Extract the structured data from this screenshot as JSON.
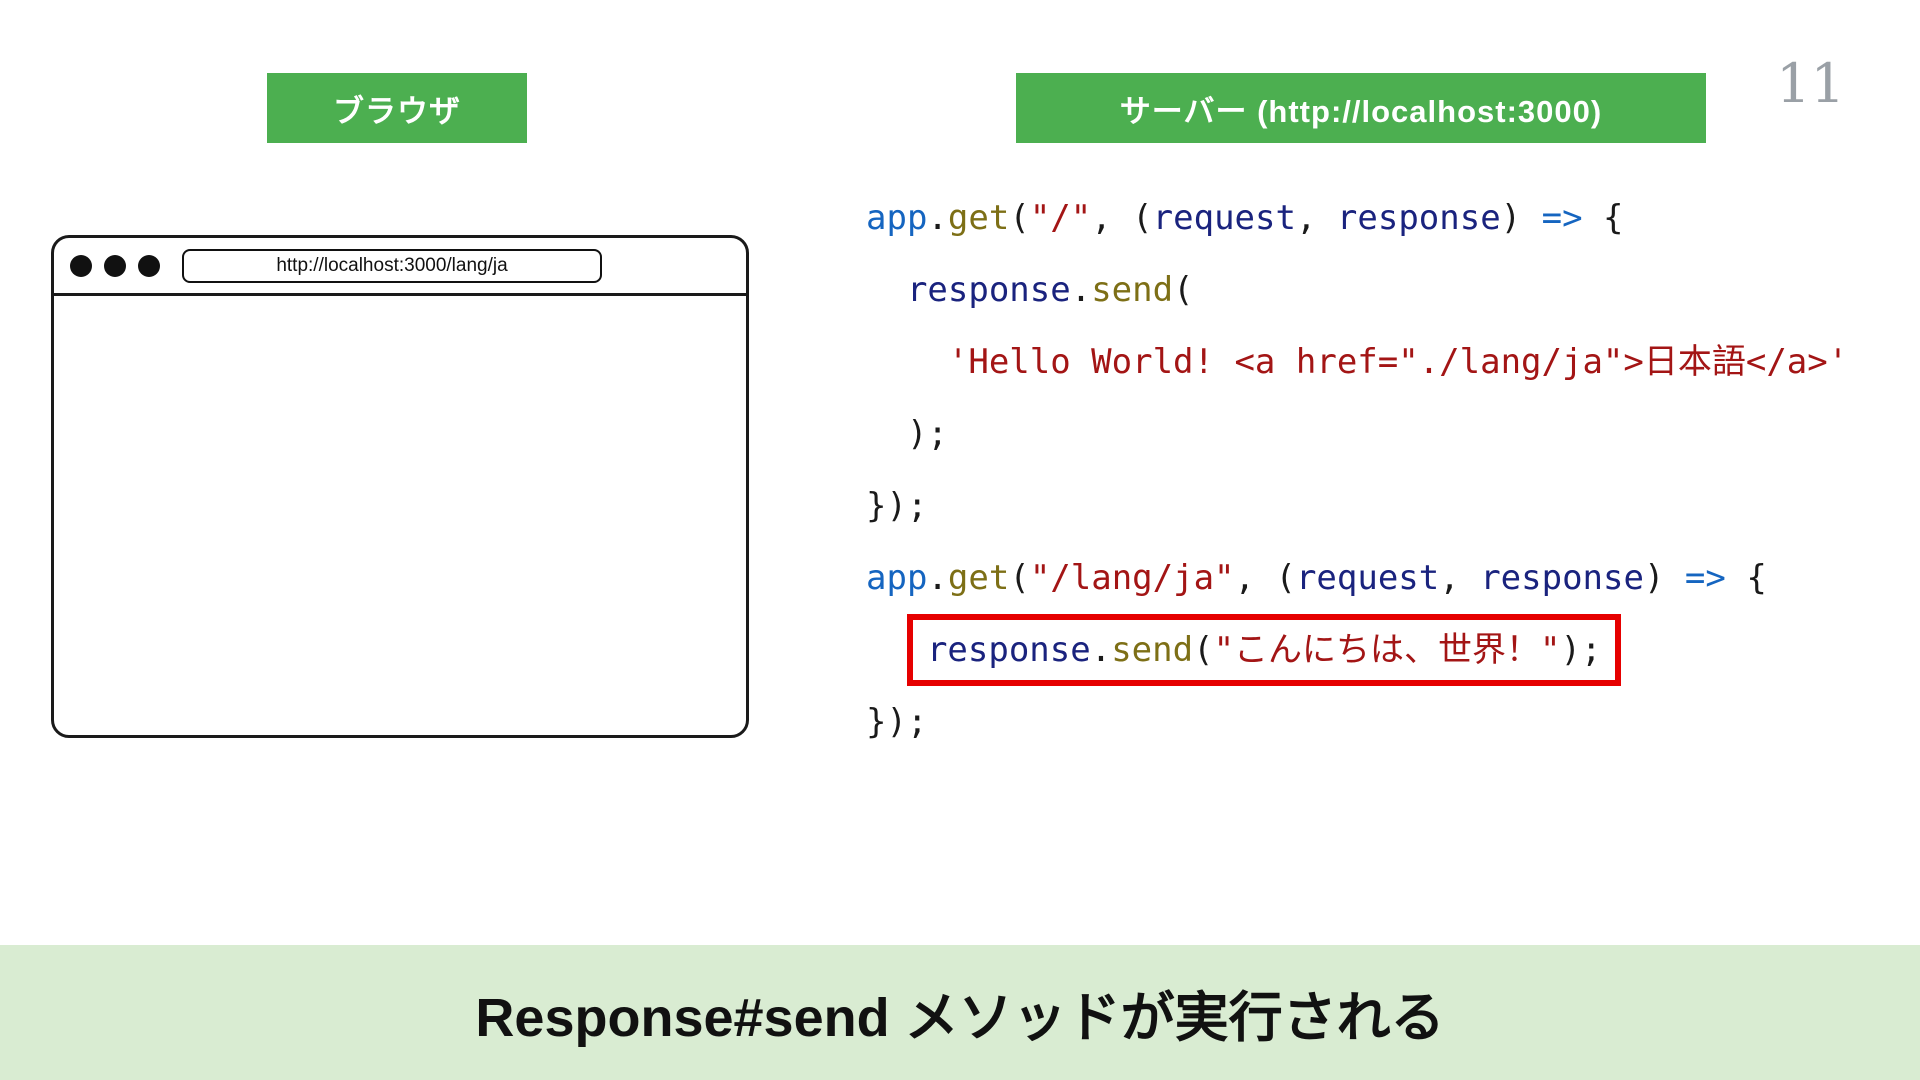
{
  "page": {
    "number": "11"
  },
  "badges": {
    "browser": "ブラウザ",
    "server": "サーバー (http://localhost:3000)"
  },
  "browser_window": {
    "url": "http://localhost:3000/lang/ja"
  },
  "code": {
    "lines": [
      {
        "indent": "",
        "highlighted": false,
        "tokens": [
          [
            "app",
            "blue"
          ],
          [
            ".",
            "plain"
          ],
          [
            "get",
            "olive"
          ],
          [
            "(",
            "plain"
          ],
          [
            "\"/\"",
            "red"
          ],
          [
            ", (",
            "plain"
          ],
          [
            "request",
            "navy"
          ],
          [
            ", ",
            "plain"
          ],
          [
            "response",
            "navy"
          ],
          [
            ") ",
            "plain"
          ],
          [
            "=>",
            "blue"
          ],
          [
            " {",
            "plain"
          ]
        ]
      },
      {
        "indent": "  ",
        "highlighted": false,
        "tokens": [
          [
            "response",
            "navy"
          ],
          [
            ".",
            "plain"
          ],
          [
            "send",
            "olive"
          ],
          [
            "(",
            "plain"
          ]
        ]
      },
      {
        "indent": "    ",
        "highlighted": false,
        "tokens": [
          [
            "'Hello World! <a href=\"./lang/ja\">日本語</a>'",
            "red"
          ]
        ]
      },
      {
        "indent": "  ",
        "highlighted": false,
        "tokens": [
          [
            ");",
            "plain"
          ]
        ]
      },
      {
        "indent": "",
        "highlighted": false,
        "tokens": [
          [
            "});",
            "plain"
          ]
        ]
      },
      {
        "indent": "",
        "highlighted": false,
        "tokens": [
          [
            "app",
            "blue"
          ],
          [
            ".",
            "plain"
          ],
          [
            "get",
            "olive"
          ],
          [
            "(",
            "plain"
          ],
          [
            "\"/lang/ja\"",
            "red"
          ],
          [
            ", (",
            "plain"
          ],
          [
            "request",
            "navy"
          ],
          [
            ", ",
            "plain"
          ],
          [
            "response",
            "navy"
          ],
          [
            ") ",
            "plain"
          ],
          [
            "=>",
            "blue"
          ],
          [
            " {",
            "plain"
          ]
        ]
      },
      {
        "indent": "  ",
        "highlighted": true,
        "tokens": [
          [
            "response",
            "navy"
          ],
          [
            ".",
            "plain"
          ],
          [
            "send",
            "olive"
          ],
          [
            "(",
            "plain"
          ],
          [
            "\"こんにちは、世界！\"",
            "red"
          ],
          [
            ");",
            "plain"
          ]
        ]
      },
      {
        "indent": "",
        "highlighted": false,
        "tokens": [
          [
            "});",
            "plain"
          ]
        ]
      }
    ]
  },
  "banner": {
    "text": "Response#send メソッドが実行される"
  },
  "colors": {
    "badge_green": "#4caf50",
    "banner_green": "#d9ecd2",
    "code_plain": "#1a1a1a",
    "code_blue": "#1565c0",
    "code_olive": "#7d6f16",
    "code_red": "#a31515",
    "code_navy": "#1a237e",
    "highlight_border": "#e60000"
  }
}
